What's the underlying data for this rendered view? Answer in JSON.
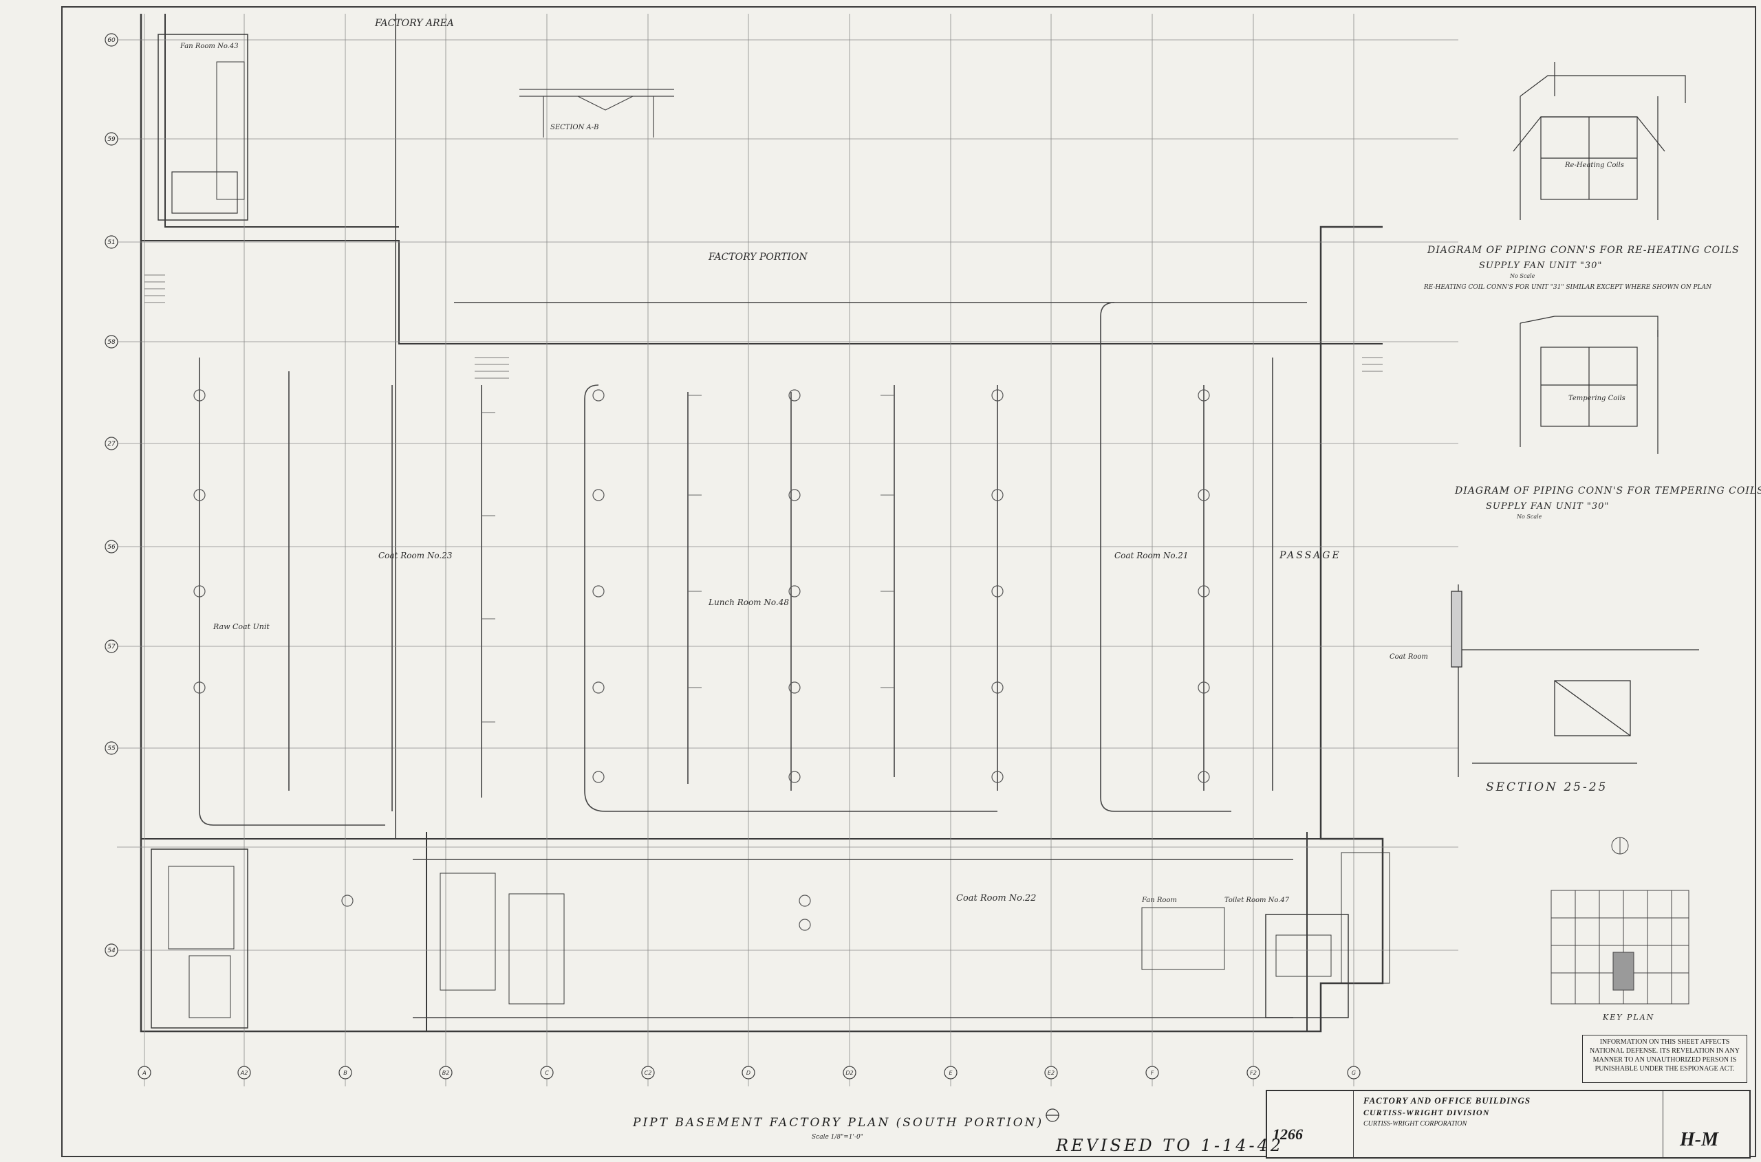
{
  "drawing": {
    "title": "PIPT BASEMENT FACTORY PLAN (SOUTH PORTION)",
    "scale_note": "Scale 1/8\"=1'-0\"",
    "revised": "REVISED TO 1-14-42",
    "factory_area": "FACTORY AREA",
    "factory_portion": "FACTORY PORTION",
    "passage": "PASSAGE",
    "key_plan": "KEY PLAN",
    "section_label": "SECTION 25-25",
    "section_ab": "SECTION A-B"
  },
  "rooms": [
    {
      "name": "Fan Room No.43"
    },
    {
      "name": "Coat Room No.23"
    },
    {
      "name": "Lunch Room No.48"
    },
    {
      "name": "Coat Room No.21"
    },
    {
      "name": "Coat Room No.22"
    },
    {
      "name": "Raw Coat Unit"
    },
    {
      "name": "Toilet Room No.47"
    },
    {
      "name": "Fan Room"
    },
    {
      "name": "Coat Room"
    }
  ],
  "diagrams": {
    "reheating_title": "DIAGRAM OF PIPING CONN'S FOR RE-HEATING COILS",
    "reheating_sub": "SUPPLY FAN UNIT \"30\"",
    "reheating_note": "RE-HEATING COIL CONN'S FOR UNIT \"31\" SIMILAR EXCEPT WHERE SHOWN ON PLAN",
    "reheating_box": "Re-Heating Coils",
    "tempering_title": "DIAGRAM OF PIPING CONN'S FOR TEMPERING COILS",
    "tempering_sub": "SUPPLY FAN UNIT \"30\"",
    "tempering_box": "Tempering Coils",
    "no_scale": "No Scale"
  },
  "column_lines_left": [
    "60",
    "59",
    "51",
    "58",
    "27",
    "56",
    "57",
    "55",
    "54"
  ],
  "column_lines_bottom": [
    "A",
    "A2",
    "B",
    "B2",
    "C",
    "C2",
    "D",
    "D2",
    "E",
    "E2",
    "F",
    "F2",
    "G"
  ],
  "notice": "INFORMATION ON THIS SHEET AFFECTS NATIONAL DEFENSE. ITS REVELATION IN ANY MANNER TO AN UNAUTHORIZED PERSON IS PUNISHABLE UNDER THE ESPIONAGE ACT.",
  "title_block": {
    "line1": "FACTORY AND OFFICE BUILDINGS",
    "line2": "CURTISS-WRIGHT DIVISION",
    "line3": "CURTISS-WRIGHT CORPORATION",
    "sheet_no": "1266",
    "drawing_no": "H-M"
  },
  "colors": {
    "paper": "#f2f1ec",
    "ink": "#3a3a3a"
  }
}
